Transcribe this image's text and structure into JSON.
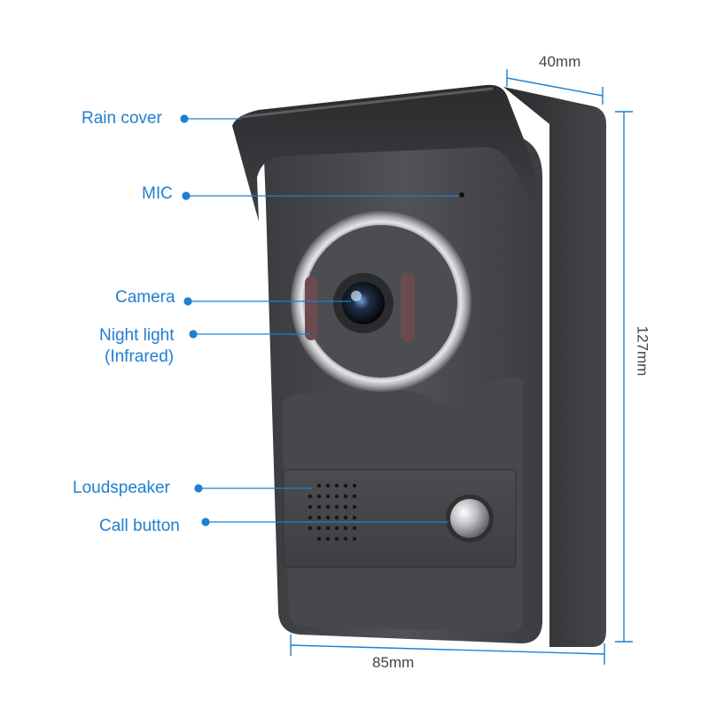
{
  "accent_color": "#1f7fd0",
  "callouts": {
    "rain_cover": "Rain cover",
    "mic": "MIC",
    "camera": "Camera",
    "night_light_line1": "Night light",
    "night_light_line2": "(Infrared)",
    "loudspeaker": "Loudspeaker",
    "call_button": "Call button"
  },
  "dimensions": {
    "depth": "40mm",
    "height": "127mm",
    "width": "85mm"
  }
}
